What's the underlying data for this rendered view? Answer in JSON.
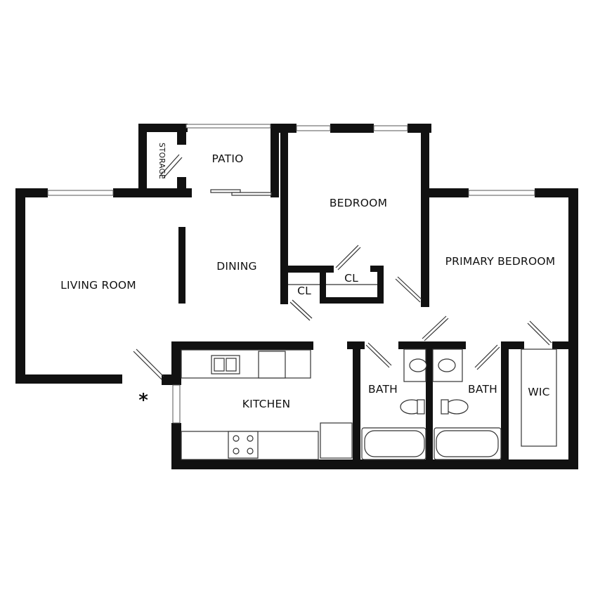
{
  "rooms": {
    "living_room": "LIVING ROOM",
    "dining": "DINING",
    "patio": "PATIO",
    "storage": "STORAGE",
    "bedroom": "BEDROOM",
    "closet_1": "CL",
    "closet_2": "CL",
    "primary_bedroom": "PRIMARY BEDROOM",
    "kitchen": "KITCHEN",
    "bath_1": "BATH",
    "bath_2": "BATH",
    "wic": "WIC"
  },
  "entry_marker": "*",
  "colors": {
    "walls": "#111111",
    "background": "#ffffff",
    "fixtures": "#333333"
  }
}
